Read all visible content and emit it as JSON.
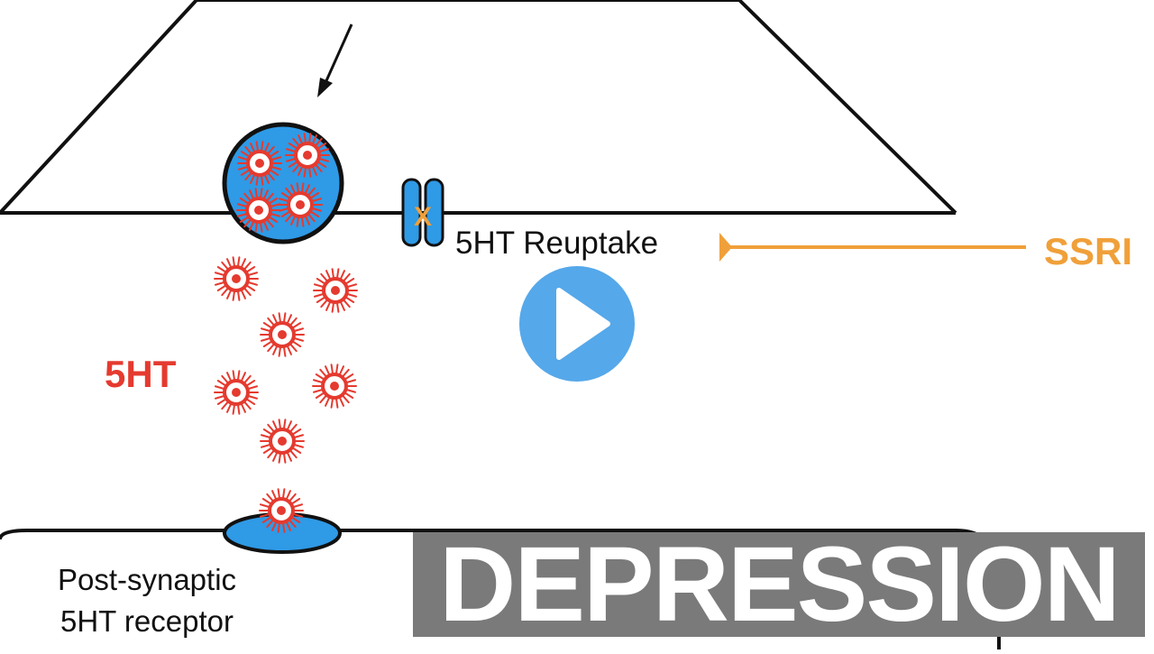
{
  "labels": {
    "reuptake": "5HT Reuptake",
    "ssri": "SSRI",
    "serotonin": "5HT",
    "receptor_line1": "Post-synaptic",
    "receptor_line2": "5HT receptor",
    "transporter_mark": "X"
  },
  "title_banner": "DEPRESSION",
  "icons": {
    "play": "play-icon",
    "molecule": "serotonin-molecule-icon"
  },
  "colors": {
    "serotonin": "#e53a2f",
    "vesicle_fill": "#2f9ae6",
    "ssri": "#f0a03a",
    "outline": "#111111",
    "banner_bg": "#7a7a7a",
    "play_bg": "#55a8ea"
  }
}
